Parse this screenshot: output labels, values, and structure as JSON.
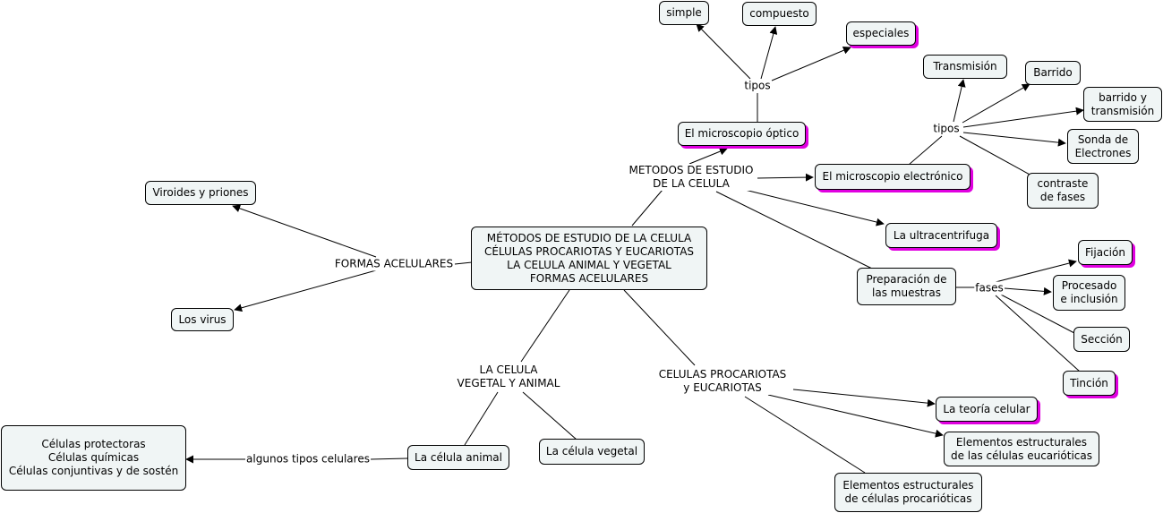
{
  "nodes": {
    "center": [
      "MÉTODOS DE ESTUDIO DE LA CELULA",
      "CÉLULAS PROCARIOTAS Y EUCARIOTAS",
      "LA CELULA ANIMAL Y VEGETAL",
      "FORMAS ACELULARES"
    ],
    "simple": "simple",
    "compuesto": "compuesto",
    "especiales": "especiales",
    "microscopio_optico": "El microscopio óptico",
    "transmision": "Transmisión",
    "barrido": "Barrido",
    "barrido_transmision": [
      "barrido y",
      "transmisión"
    ],
    "sonda": [
      "Sonda de",
      "Electrones"
    ],
    "contraste": [
      "contraste",
      "de fases"
    ],
    "microscopio_electronico": "El microscopio electrónico",
    "ultracentrifuga": "La ultracentrifuga",
    "preparacion": [
      "Preparación de",
      "las muestras"
    ],
    "fijacion": "Fijación",
    "procesado": [
      "Procesado",
      "e inclusión"
    ],
    "seccion": "Sección",
    "tincion": "Tinción",
    "viroides": "Viroides y priones",
    "virus": "Los virus",
    "teoria": "La teoría celular",
    "eucarioticas": [
      "Elementos estructurales",
      "de las células eucarióticas"
    ],
    "procarioticas": [
      "Elementos estructurales",
      "de células procarióticas"
    ],
    "tipos_celulas": [
      "Células protectoras",
      "Células químicas",
      "Células conjuntivas y de sostén"
    ],
    "celula_animal": "La célula animal",
    "celula_vegetal": "La célula vegetal"
  },
  "labels": {
    "tipos_optico": "tipos",
    "tipos_electronico": "tipos",
    "metodos": [
      "METODOS DE ESTUDIO",
      "DE LA CELULA"
    ],
    "fases": "fases",
    "formas": "FORMAS ACELULARES",
    "celula_vegetal_animal": [
      "LA CELULA",
      "VEGETAL Y ANIMAL"
    ],
    "procariotas": [
      "CELULAS PROCARIOTAS",
      "y EUCARIOTAS"
    ],
    "algunos": "algunos tipos celulares"
  }
}
